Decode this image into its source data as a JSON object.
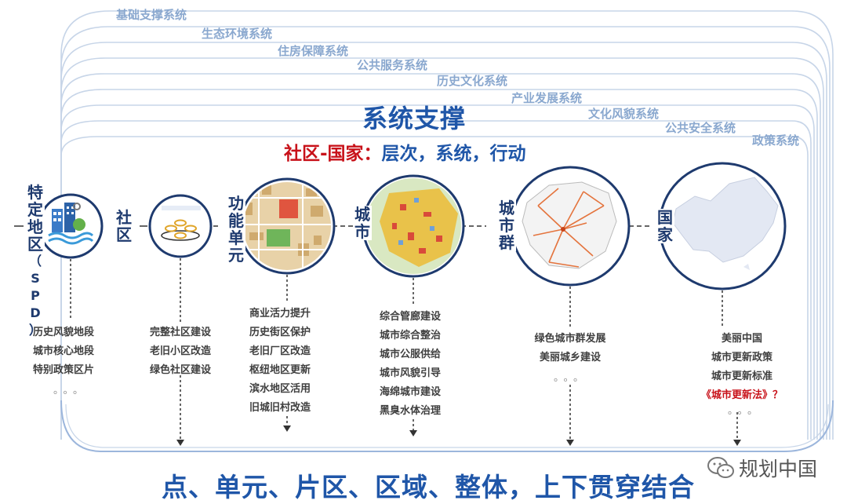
{
  "arcs": [
    "基础支撑系统",
    "生态环境系统",
    "住房保障系统",
    "公共服务系统",
    "历史文化系统",
    "产业发展系统",
    "文化风貌系统",
    "公共安全系统",
    "政策系统"
  ],
  "title": "系统支撑",
  "subtitle": {
    "red": "社区-国家：",
    "blue": "层次，系统，行动"
  },
  "stages": [
    {
      "label": [
        "特",
        "定",
        "地",
        "区",
        "（",
        "S",
        "P",
        "D",
        "）"
      ],
      "items": [
        "历史风貌地段",
        "城市核心地段",
        "特别政策区片"
      ],
      "dots": "。。。"
    },
    {
      "label": [
        "社",
        "区"
      ],
      "items": [
        "完整社区建设",
        "老旧小区改造",
        "绿色社区建设"
      ]
    },
    {
      "label": [
        "功",
        "能",
        "单",
        "元"
      ],
      "items": [
        "商业活力提升",
        "历史街区保护",
        "老旧厂区改造",
        "枢纽地区更新",
        "滨水地区活用",
        "旧城旧村改造"
      ]
    },
    {
      "label": [
        "城",
        "市"
      ],
      "items": [
        "综合管廊建设",
        "城市综合整治",
        "城市公服供给",
        "城市风貌引导",
        "海绵城市建设",
        "黑臭水体治理"
      ]
    },
    {
      "label": [
        "城",
        "市",
        "群"
      ],
      "items": [
        "绿色城市群发展",
        "美丽城乡建设"
      ],
      "dots": "。。。"
    },
    {
      "label": [
        "国",
        "家"
      ],
      "items": [
        "美丽中国",
        "城市更新政策",
        "城市更新标准",
        "《城市更新法》？"
      ],
      "dots": "。。。"
    }
  ],
  "bottom": "点、单元、片区、区域、整体，上下贯穿结合",
  "watermark": "规划中国",
  "colors": {
    "blue": "#1f56a8",
    "red": "#c8121a",
    "navy": "#1e3a6e",
    "arc": "#8aa8cf"
  }
}
